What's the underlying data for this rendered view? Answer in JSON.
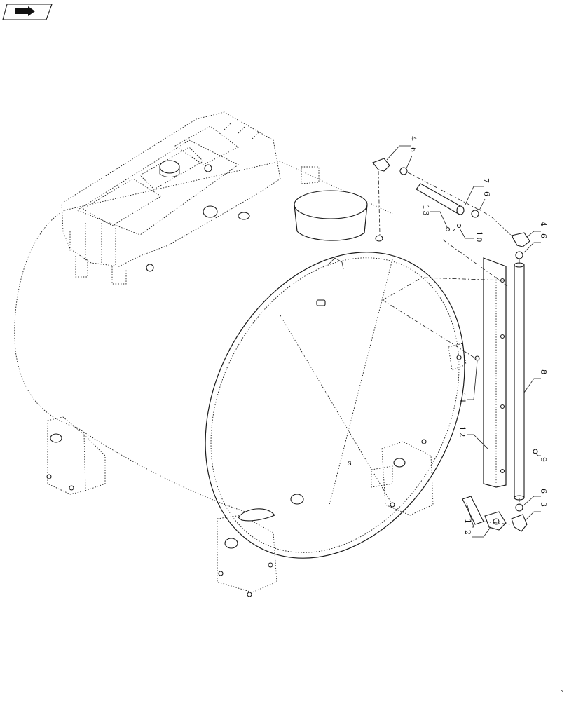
{
  "callouts": [
    {
      "id": "c1",
      "text": "1"
    },
    {
      "id": "c2",
      "text": "2"
    },
    {
      "id": "c3",
      "text": "3"
    },
    {
      "id": "c4",
      "text": "4"
    },
    {
      "id": "c5",
      "text": "5"
    },
    {
      "id": "c6a",
      "text": "6"
    },
    {
      "id": "c6b",
      "text": "6"
    },
    {
      "id": "c6c",
      "text": "6"
    },
    {
      "id": "c6d",
      "text": "6"
    },
    {
      "id": "c7",
      "text": "7"
    },
    {
      "id": "c8",
      "text": "8"
    },
    {
      "id": "c9",
      "text": "9"
    },
    {
      "id": "c10",
      "text": "10"
    },
    {
      "id": "c11",
      "text": "11"
    },
    {
      "id": "c12",
      "text": "12"
    },
    {
      "id": "c13",
      "text": "13"
    }
  ],
  "nav_icon": "arrow-right-icon"
}
